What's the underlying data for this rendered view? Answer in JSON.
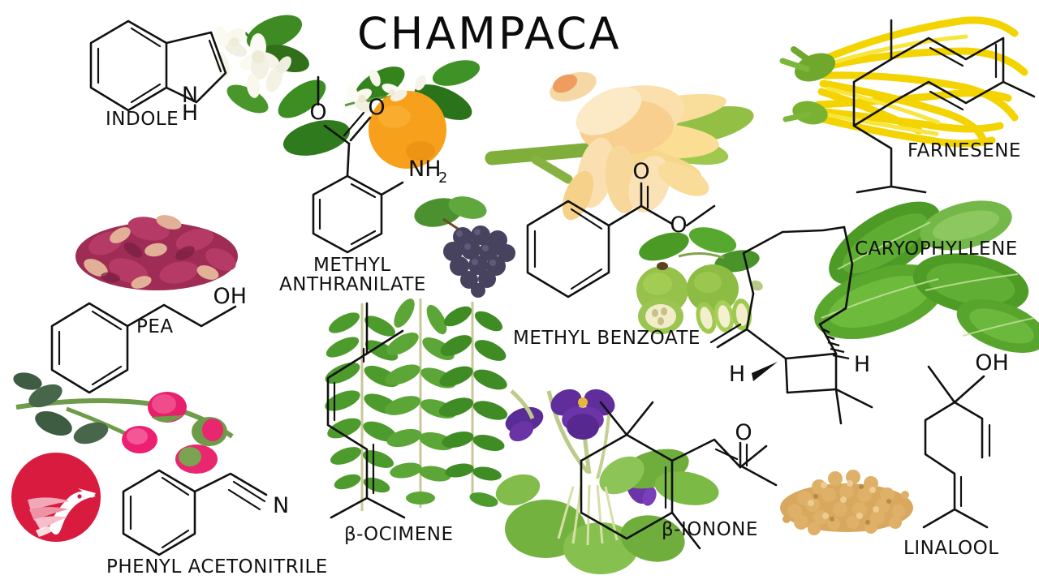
{
  "page": {
    "title": "CHAMPACA",
    "background_color": "#ffffff",
    "text_color": "#111111"
  },
  "logo": {
    "name": "hummingbird-logo",
    "circle_color": "#D81B3F",
    "bird_color": "#ffffff",
    "wing_color": "#F4A7B6"
  },
  "molecules": [
    {
      "id": "indole",
      "label": "INDOLE",
      "source_image": "jasmine-flowers",
      "atoms": [
        "N",
        "H"
      ]
    },
    {
      "id": "methyl-anthranilate",
      "label_line1": "METHYL",
      "label_line2": "ANTHRANILATE",
      "label": "METHYL ANTHRANILATE",
      "source_image": "orange-and-grapes",
      "atoms": [
        "O",
        "O",
        "NH",
        "2"
      ]
    },
    {
      "id": "pea",
      "label": "PEA",
      "source_image": "dried-rose-petals-and-roses",
      "atoms": [
        "OH"
      ]
    },
    {
      "id": "phenyl-acetonitrile",
      "label": "PHENYL ACETONITRILE",
      "source_image": "none",
      "atoms": [
        "N"
      ]
    },
    {
      "id": "beta-ocimene",
      "label": "β-OCIMENE",
      "source_image": "curry-leaves",
      "atoms": []
    },
    {
      "id": "methyl-benzoate",
      "label": "METHYL BENZOATE",
      "source_image": "feijoa-fruit",
      "atoms": [
        "O",
        "O"
      ]
    },
    {
      "id": "beta-ionone",
      "label": "β-IONONE",
      "source_image": "violet-flowers",
      "atoms": [
        "O"
      ]
    },
    {
      "id": "farnesene",
      "label": "FARNESENE",
      "source_image": "ylang-ylang-flowers",
      "atoms": []
    },
    {
      "id": "caryophyllene",
      "label": "CARYOPHYLLENE",
      "source_image": "basil-leaves",
      "atoms": [
        "H",
        "H"
      ]
    },
    {
      "id": "linalool",
      "label": "LINALOOL",
      "source_image": "coriander-seeds",
      "atoms": [
        "OH"
      ]
    }
  ],
  "center_flower": {
    "name": "champaca-flower",
    "petal_color": "#F6C77A",
    "petal_light": "#FBE3B4",
    "leaf_color": "#8CBF3F"
  },
  "palette": {
    "jasmine_white": "#F7F7EE",
    "leaf_green": "#4C8C2B",
    "orange": "#F59B1C",
    "grape_purple": "#4A4560",
    "rose_pink": "#E8276F",
    "dried_petal": "#A8315C",
    "ylang_yellow": "#F5DB00",
    "basil_green": "#5FA32B",
    "violet_purple": "#6B3AA0",
    "coriander_tan": "#D2A463",
    "feijoa_green": "#9FC44B"
  }
}
